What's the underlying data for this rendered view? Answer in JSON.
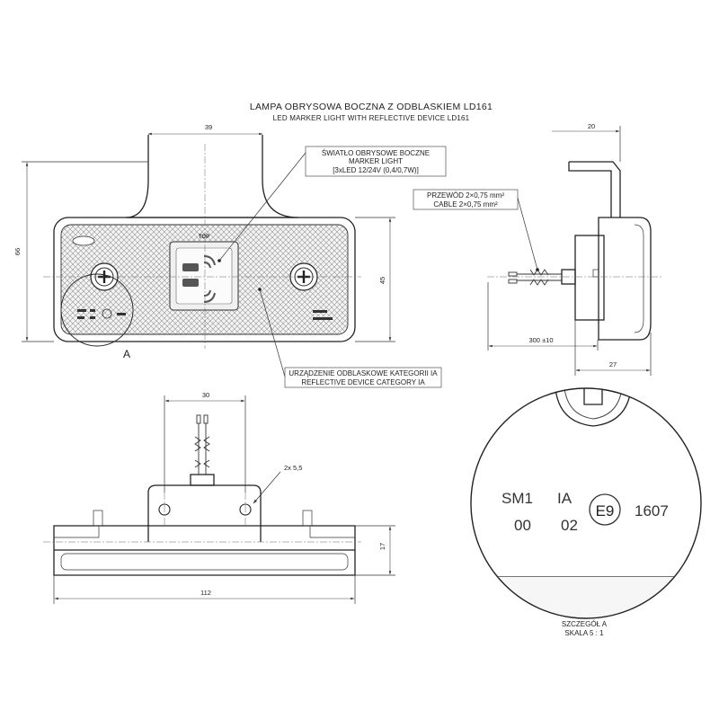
{
  "title": {
    "line1": "LAMPA OBRYSOWA BOCZNA Z ODBLASKIEM LD161",
    "line2": "LED MARKER LIGHT WITH REFLECTIVE DEVICE LD161"
  },
  "callouts": {
    "marker_light": [
      "ŚWIATŁO OBRYSOWE BOCZNE",
      "MARKER LIGHT",
      "[3xLED 12/24V (0,4/0,7W)]"
    ],
    "cable": [
      "PRZEWÓD 2×0,75 mm²",
      "CABLE 2×0,75 mm²"
    ],
    "reflector": [
      "URZĄDZENIE ODBLASKOWE KATEGORII IA",
      "REFLECTIVE DEVICE CATEGORY IA"
    ]
  },
  "dimensions": {
    "front_top_width": "39",
    "front_height": "66",
    "front_body_height": "45",
    "side_bracket_width": "20",
    "side_cable_length": "300 ±10",
    "side_depth": "27",
    "bottom_bracket_width": "30",
    "bottom_holes": "2x 5,5",
    "bottom_height": "17",
    "bottom_length": "112"
  },
  "labels": {
    "detail_ref": "A",
    "top_mark": "TOP",
    "detail_caption": [
      "SZCZEGÓŁ A",
      "SKALA 5 : 1"
    ]
  },
  "detail_marking": {
    "row1": [
      "SM1",
      "IA",
      "1607"
    ],
    "row2": [
      "00",
      "02"
    ],
    "approval": "E9"
  }
}
